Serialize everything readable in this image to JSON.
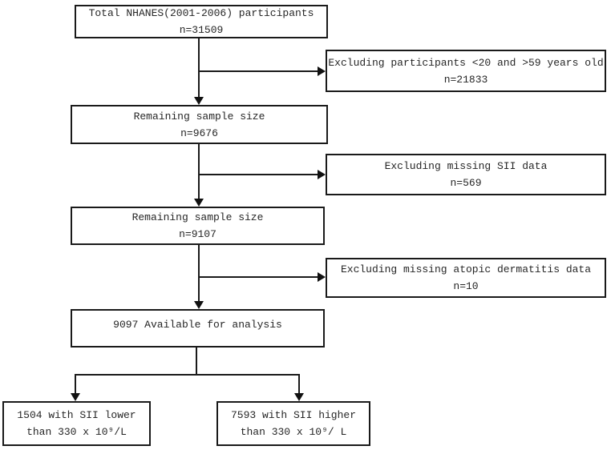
{
  "colors": {
    "border": "#1a1a1a",
    "text": "#262626",
    "background": "#ffffff",
    "arrow": "#111111"
  },
  "boxes": {
    "total": {
      "line1": "Total NHANES(2001-2006) participants",
      "line2": "n=31509"
    },
    "exclude_age": {
      "line1": "Excluding participants <20 and >59 years old",
      "line2": "n=21833"
    },
    "remaining_1": {
      "line1": "Remaining sample size",
      "line2": "n=9676"
    },
    "exclude_sii": {
      "line1": "Excluding missing SII data",
      "line2": "n=569"
    },
    "remaining_2": {
      "line1": "Remaining sample size",
      "line2": "n=9107"
    },
    "exclude_dermatitis": {
      "line1": "Excluding missing atopic dermatitis data",
      "line2": "n=10"
    },
    "available": {
      "line1": "9097 Available for analysis"
    },
    "sii_lower": {
      "line1": "1504 with SII lower",
      "line2": "than 330 x 10⁹/L"
    },
    "sii_higher": {
      "line1": "7593 with SII higher",
      "line2": "than 330 x 10⁹/ L"
    }
  }
}
